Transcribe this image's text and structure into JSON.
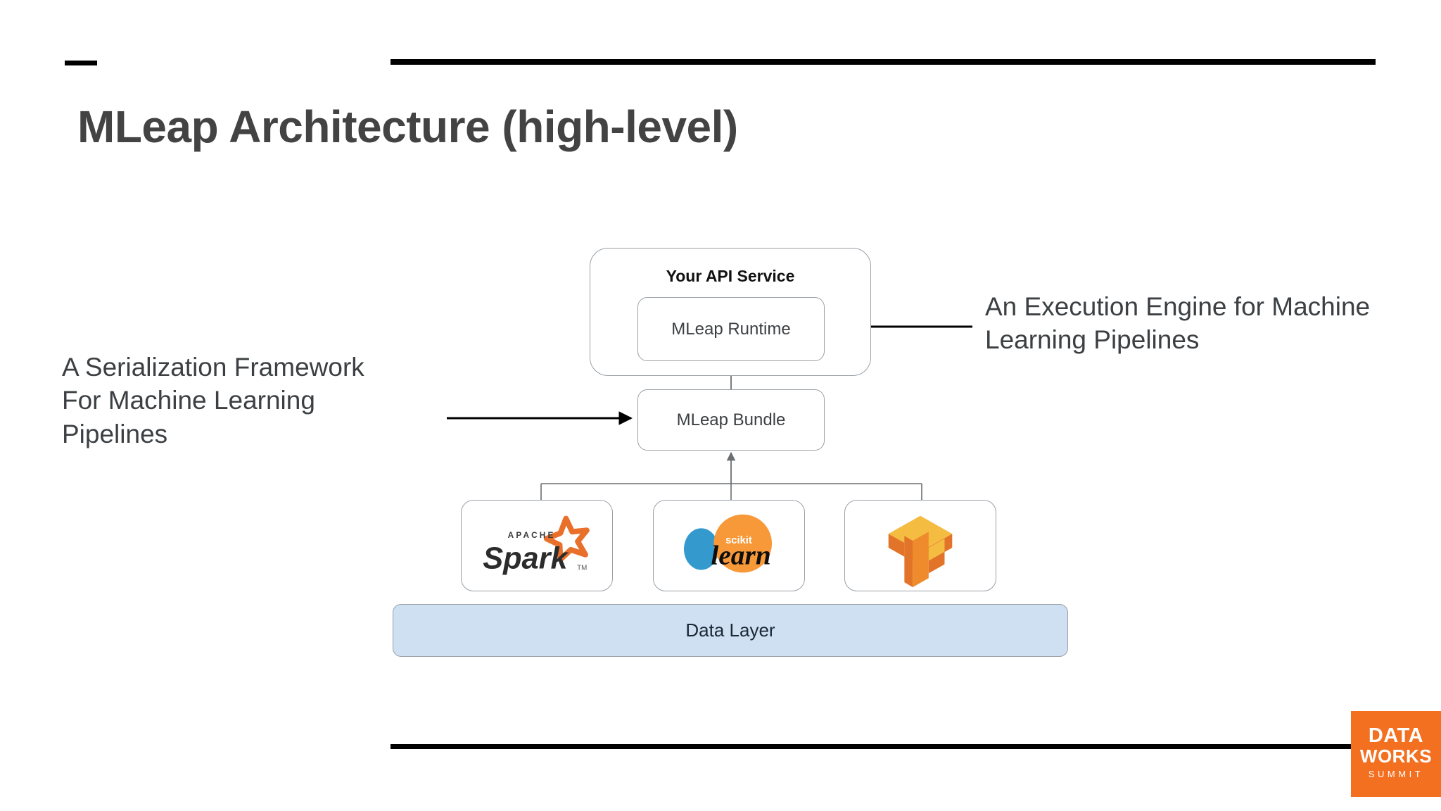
{
  "slide": {
    "title": "MLeap Architecture (high-level)",
    "background_color": "#ffffff",
    "title_color": "#434343",
    "rule_color": "#000000"
  },
  "annotations": {
    "left": "A Serialization Framework For Machine Learning Pipelines",
    "right": "An Execution Engine for Machine Learning Pipelines"
  },
  "diagram": {
    "api_service": {
      "label": "Your API Service",
      "inner": {
        "label": "MLeap Runtime"
      }
    },
    "bundle": {
      "label": "MLeap Bundle"
    },
    "frameworks": [
      {
        "name": "Apache Spark",
        "logo": "apache-spark-logo",
        "wordmark": "Spark",
        "supertext": "APACHE",
        "accent_color": "#e8702a"
      },
      {
        "name": "scikit-learn",
        "logo": "scikit-learn-logo",
        "wordmark": "learn",
        "supertext": "scikit",
        "accent_color": "#f89939",
        "secondary_color": "#3499cd"
      },
      {
        "name": "TensorFlow",
        "logo": "tensorflow-logo",
        "accent_color": "#ef6c00",
        "secondary_color": "#f5bc42"
      }
    ],
    "data_layer": {
      "label": "Data Layer",
      "fill_color": "#cfe0f3"
    },
    "box_border_color": "#9aa0a6"
  },
  "brand": {
    "line1": "DATA",
    "line2": "WORKS",
    "line3": "SUMMIT",
    "color": "#f37021"
  }
}
